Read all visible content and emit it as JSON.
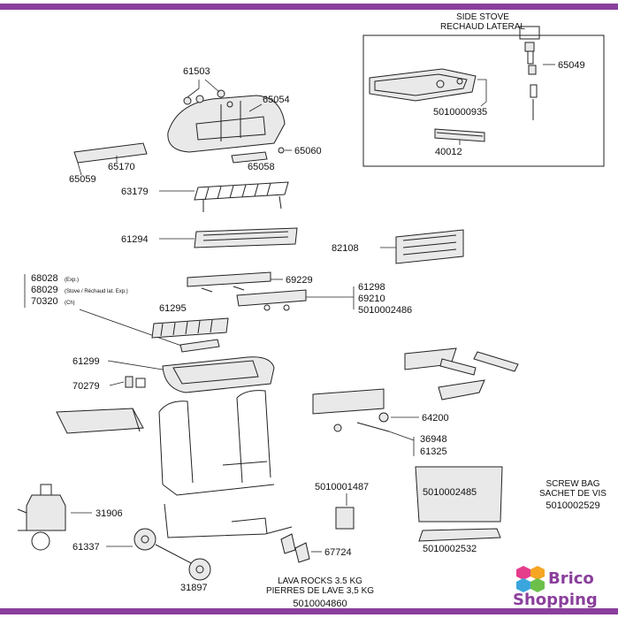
{
  "header": {
    "side_stove_en": "SIDE STOVE",
    "side_stove_fr": "RECHAUD LATERAL",
    "screw_bag_en": "SCREW BAG",
    "screw_bag_fr": "SACHET DE VIS",
    "screw_bag_code": "5010002529",
    "lava_rocks_en": "LAVA ROCKS 3.5 KG",
    "lava_rocks_fr": "PIERRES DE LAVE 3,5 KG",
    "lava_rocks_code": "5010004860"
  },
  "parts": {
    "p61503": "61503",
    "p65054": "65054",
    "p65060": "65060",
    "p65058": "65058",
    "p65170": "65170",
    "p65059": "65059",
    "p63179": "63179",
    "p61294": "61294",
    "p82108": "82108",
    "p68028": "68028",
    "p68028_note": "(Exp.)",
    "p68029": "68029",
    "p68029_note": "(Stove / Réchaud lat. Exp.)",
    "p70320": "70320",
    "p70320_note": "(Ch)",
    "p69229": "69229",
    "p61298": "61298",
    "p69210": "69210",
    "p5010002486": "5010002486",
    "p61295": "61295",
    "p61299": "61299",
    "p70279": "70279",
    "p64200": "64200",
    "p36948": "36948",
    "p61325": "61325",
    "p5010001487": "5010001487",
    "p5010002485": "5010002485",
    "p31906": "31906",
    "p61337": "61337",
    "p67724": "67724",
    "p5010002532": "5010002532",
    "p31897": "31897",
    "p65049": "65049",
    "p5010000935": "5010000935",
    "p40012": "40012"
  },
  "logo": {
    "line1": "Brico",
    "line2": "Shopping",
    "colors": [
      "#e63c8c",
      "#f6a623",
      "#3aa6dd",
      "#6cc04a"
    ],
    "text_color": "#8a3f9c"
  },
  "frame_color": "#8a3f9c"
}
